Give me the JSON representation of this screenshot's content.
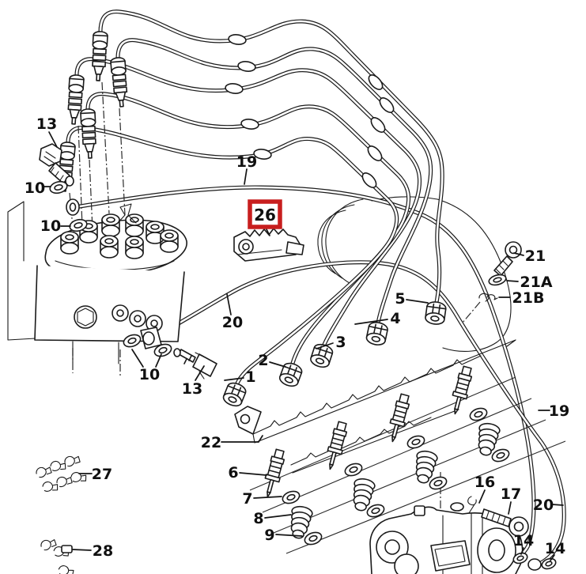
{
  "diagram": {
    "kind": "exploded-parts-diagram",
    "subject": "fuel injection lines, injectors and injection pump",
    "background": "#ffffff",
    "line_color": "#1a1a1a",
    "highlight": {
      "part_ref": "26",
      "box_color": "#c81e1e"
    }
  },
  "parts_visible": [
    "1",
    "2",
    "3",
    "4",
    "5",
    "6",
    "7",
    "8",
    "9",
    "10",
    "13",
    "14",
    "16",
    "17",
    "19",
    "20",
    "21",
    "21A",
    "21B",
    "22",
    "26",
    "27",
    "28"
  ],
  "labels": [
    {
      "text": "13"
    },
    {
      "text": "10"
    },
    {
      "text": "10"
    },
    {
      "text": "19"
    },
    {
      "text": "26"
    },
    {
      "text": "20"
    },
    {
      "text": "21"
    },
    {
      "text": "21A"
    },
    {
      "text": "21B"
    },
    {
      "text": "5"
    },
    {
      "text": "4"
    },
    {
      "text": "3"
    },
    {
      "text": "2"
    },
    {
      "text": "1"
    },
    {
      "text": "10"
    },
    {
      "text": "13"
    },
    {
      "text": "22"
    },
    {
      "text": "27"
    },
    {
      "text": "6"
    },
    {
      "text": "7"
    },
    {
      "text": "8"
    },
    {
      "text": "9"
    },
    {
      "text": "28"
    },
    {
      "text": "16"
    },
    {
      "text": "17"
    },
    {
      "text": "14"
    },
    {
      "text": "14"
    },
    {
      "text": "19"
    },
    {
      "text": "20"
    }
  ]
}
